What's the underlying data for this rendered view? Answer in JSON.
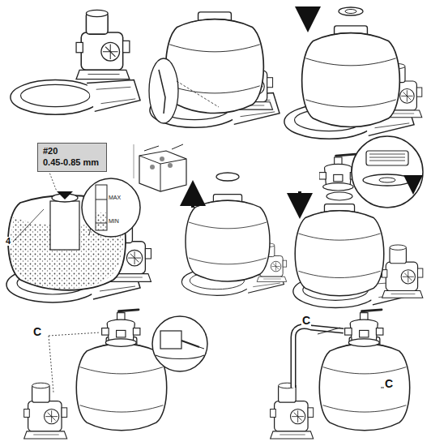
{
  "diagram": {
    "nodes": [
      {
        "text": [
          "#20",
          "0.45-0.85 mm"
        ]
      }
    ],
    "labels": [
      "4",
      "MAX",
      "MIN",
      "C",
      "C",
      "C"
    ]
  }
}
